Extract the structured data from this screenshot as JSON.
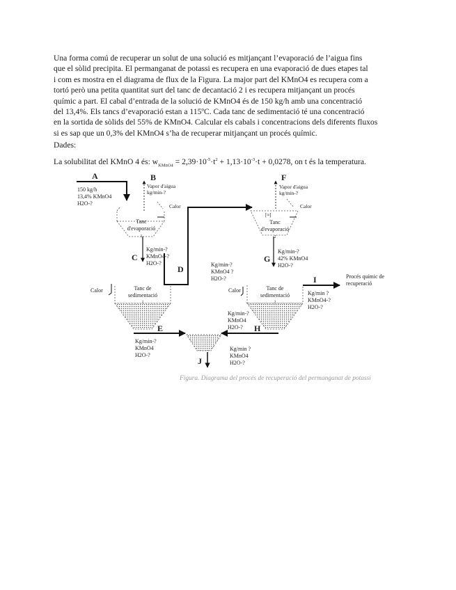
{
  "intro": {
    "lines": [
      "Una forma comú de recuperar un solut de una solució es mitjançant l’evaporació de l’aigua fins",
      "que el sòlid precipita. El permanganat de potassi es recupera en una evaporació de dues etapes tal",
      "i com es mostra en el diagrama de flux de la Figura. La major part del KMnO4 es recupera com a",
      "tortó però una petita quantitat surt del tanc de decantació 2 i es recupera mitjançant un procés",
      "químic a part. El cabal d’entrada de la solució de KMnO4 és de 150 kg/h amb una concentració",
      "del 13,4%. Els tancs d’evaporació estan a 115ºC. Cada tanc de sedimentació té una concentració",
      "en la sortida de sòlids del 55% de KMnO4. Calcular els cabals i concentracions dels diferents fluxos",
      "si es sap que un 0,3% del KMnO4 s’ha de recuperar mitjançant un procés químic."
    ]
  },
  "dades_label": "Dades:",
  "solubility": {
    "prefix": "La solubilitat del KMnO 4 és: w",
    "sub": "KMnO4",
    "t1": " = 2,39·10",
    "e1": "-5",
    "t2": "·t",
    "e2": "2",
    "t3": " + 1,13·10",
    "e3": "-3",
    "suffix": "·t + 0,0278, on t és la temperatura."
  },
  "diagram": {
    "streams": {
      "A": "A",
      "B": "B",
      "C": "C",
      "D": "D",
      "E": "E",
      "F": "F",
      "G": "G",
      "H": "H",
      "I": "I",
      "J": "J"
    },
    "a_info": [
      "150 kg/h",
      "13,4% KMnO4",
      "H2O-?"
    ],
    "b_info": [
      "Vapor d'aigua",
      "kg/min-?"
    ],
    "calor_1": "Calor",
    "tank1": [
      "Tanc",
      "d'evaporació"
    ],
    "tank1_num": "1",
    "c_info": [
      "Kg/min-?",
      "KMnO4-?",
      "H2O-?"
    ],
    "d_info": [
      "Kg/min-?",
      "KMnO4 ?",
      "H2O-?"
    ],
    "f_info": [
      "Vapor d'aigua",
      "kg/min-?"
    ],
    "calor_2": "Calor",
    "tank2": [
      "Tanc",
      "d'evaporació"
    ],
    "tank2_num": "2",
    "g_info": [
      "Kg/min-?",
      "42% KMnO4",
      "H2O-?"
    ],
    "calor_3": "Calor",
    "sed1": [
      "Tanc de",
      "sedimentació"
    ],
    "sed1_num": "1",
    "calor_4": "Calor",
    "sed2": [
      "Tanc de",
      "sedimentació"
    ],
    "sed2_num": "2",
    "i_title": [
      "Procés químic de",
      "recuperació"
    ],
    "i_info": [
      "Kg/min ?",
      "KMnO4-?",
      "H2O-?"
    ],
    "e_info": [
      "Kg/min-?",
      "KMnO4",
      "H2O-?"
    ],
    "h_info": [
      "Kg/min-?",
      "KMnO4",
      "H2O-?"
    ],
    "j_info": [
      "Kg/min ?",
      "KMnO4",
      "H2O-?"
    ]
  },
  "caption": "Figura. Diagrama del procés de recuperació del permanganat de potassi"
}
